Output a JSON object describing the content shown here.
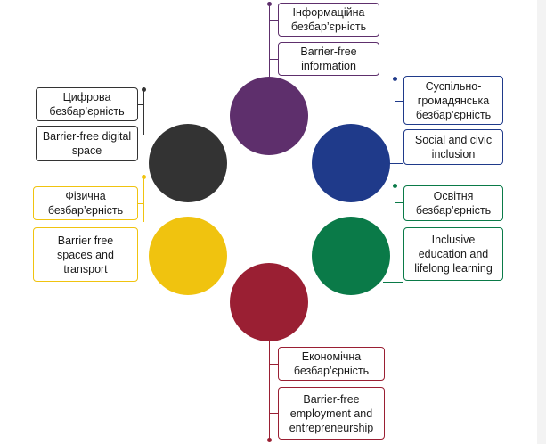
{
  "colors": {
    "information": "#5e2f6c",
    "social": "#1f3a8a",
    "education": "#0a7a48",
    "economic": "#9a1f33",
    "physical": "#f0c30f",
    "digital": "#333333"
  },
  "nodes": {
    "information": {
      "ua": "Інформаційна безбар’єрність",
      "en": "Barrier-free information"
    },
    "social": {
      "ua": "Суспільно-громадянська безбар’єрність",
      "en": "Social and civic inclusion"
    },
    "education": {
      "ua": "Освітня безбар’єрність",
      "en": "Inclusive education and lifelong learning"
    },
    "economic": {
      "ua": "Економічна безбар’єрність",
      "en": "Barrier-free employment and entrepreneurship"
    },
    "physical": {
      "ua": "Фізична безбар’єрність",
      "en": "Barrier free spaces and transport"
    },
    "digital": {
      "ua": "Цифрова безбар’єрність",
      "en": "Barrier-free digital space"
    }
  }
}
